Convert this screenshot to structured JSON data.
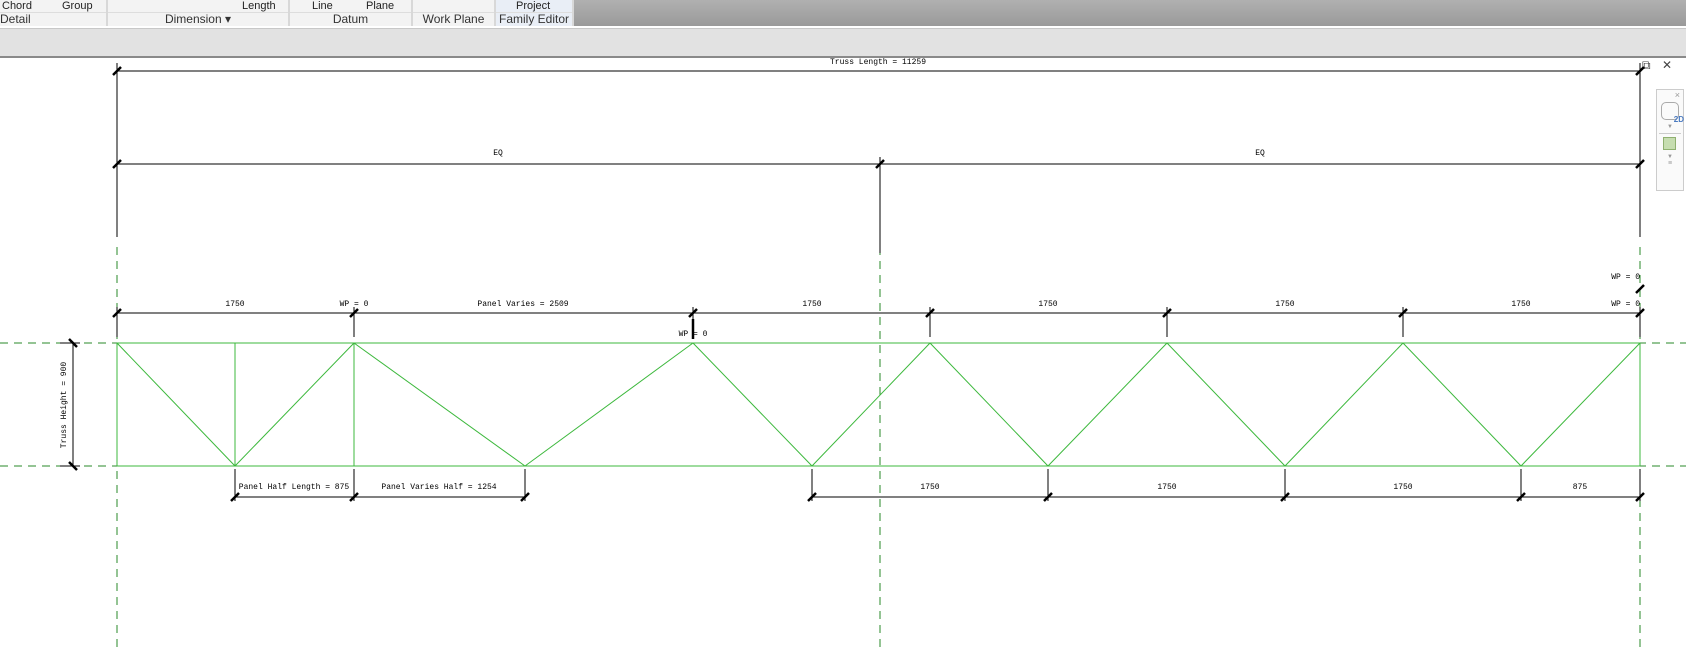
{
  "ribbon": {
    "panels": [
      {
        "label": "Detail",
        "top": [
          "Chord",
          "Group"
        ]
      },
      {
        "label": "Dimension ▾",
        "top": [
          "Length"
        ]
      },
      {
        "label": "Datum",
        "top": [
          "Line",
          "Plane"
        ]
      },
      {
        "label": "Work Plane",
        "top": []
      },
      {
        "label": "Family Editor",
        "top": [
          "Project"
        ]
      }
    ]
  },
  "drawing": {
    "truss_length": "Truss Length = 11259",
    "eq_left": "EQ",
    "eq_right": "EQ",
    "truss_height": "Truss Height = 900",
    "top_dims": [
      "1750",
      "Panel Varies = 2509",
      "1750",
      "1750",
      "1750",
      "1750"
    ],
    "wp_labels": [
      "WP = 0",
      "WP = 0",
      "WP = 0",
      "WP = 0"
    ],
    "bottom_dims": [
      "Panel Half Length = 875",
      "Panel Varies Half = 1254",
      "1750",
      "1750",
      "1750",
      "875"
    ],
    "colors": {
      "members": "#3cb83c",
      "ref_plane": "#2a8a2a",
      "dimension": "#000000"
    }
  },
  "window_controls": [
    "restore-icon",
    "close-icon"
  ],
  "navigation_bar": [
    "2d-wheel-icon",
    "zoom-region-icon"
  ]
}
